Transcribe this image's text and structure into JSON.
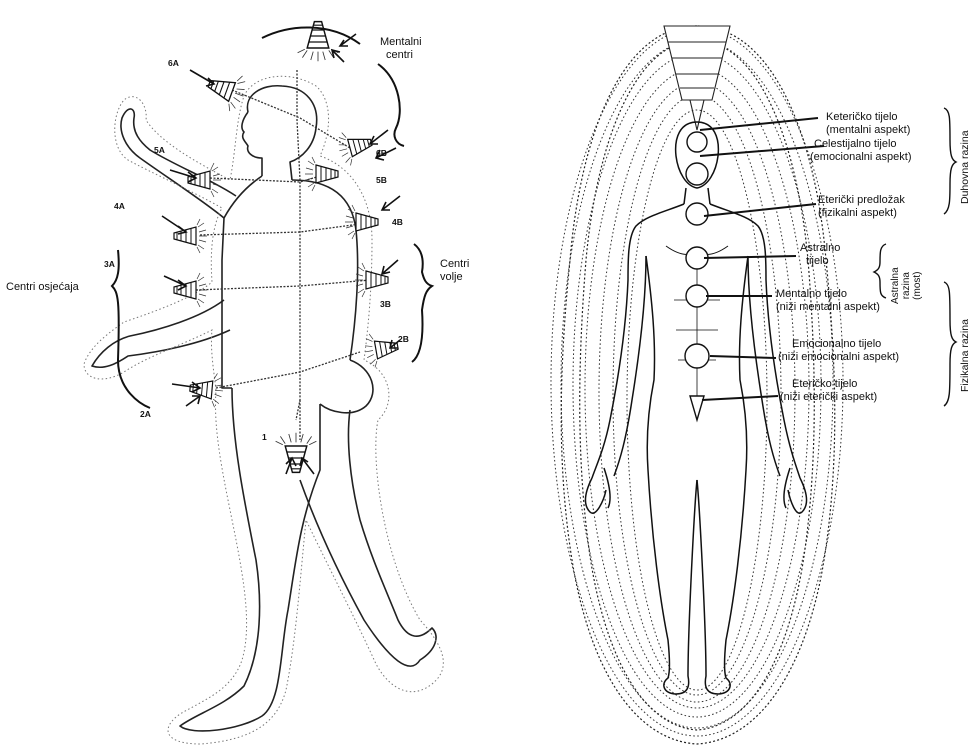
{
  "left_figure": {
    "labels": {
      "mental_centers_1": "Mentalni",
      "mental_centers_2": "centri",
      "feeling_centers": "Centri osjećaja",
      "will_centers_1": "Centri",
      "will_centers_2": "volje"
    },
    "chakra_codes": [
      "6A",
      "5A",
      "4A",
      "3A",
      "2A",
      "1",
      "6B",
      "5B",
      "4B",
      "3B",
      "2B"
    ]
  },
  "right_figure": {
    "bodies": [
      {
        "line1": "Keteričko tijelo",
        "line2": "(mentalni aspekt)"
      },
      {
        "line1": "Celestijalno tijelo",
        "line2": "(emocionalni aspekt)"
      },
      {
        "line1": "Eterički predložak",
        "line2": "(fizikalni aspekt)"
      },
      {
        "line1": "Astralno",
        "line2": "tijelo"
      },
      {
        "line1": "Mentalno tijelo",
        "line2": "(niži mentalni aspekt)"
      },
      {
        "line1": "Emocionalno tijelo",
        "line2": "(niži emocionalni aspekt)"
      },
      {
        "line1": "Eteričko tijelo",
        "line2": "(niži eterički aspekt)"
      }
    ],
    "levels": {
      "spiritual": "Duhovna razina",
      "astral_1": "Astralna",
      "astral_2": "razina",
      "astral_3": "(most)",
      "physical": "Fizikalna razina"
    }
  }
}
